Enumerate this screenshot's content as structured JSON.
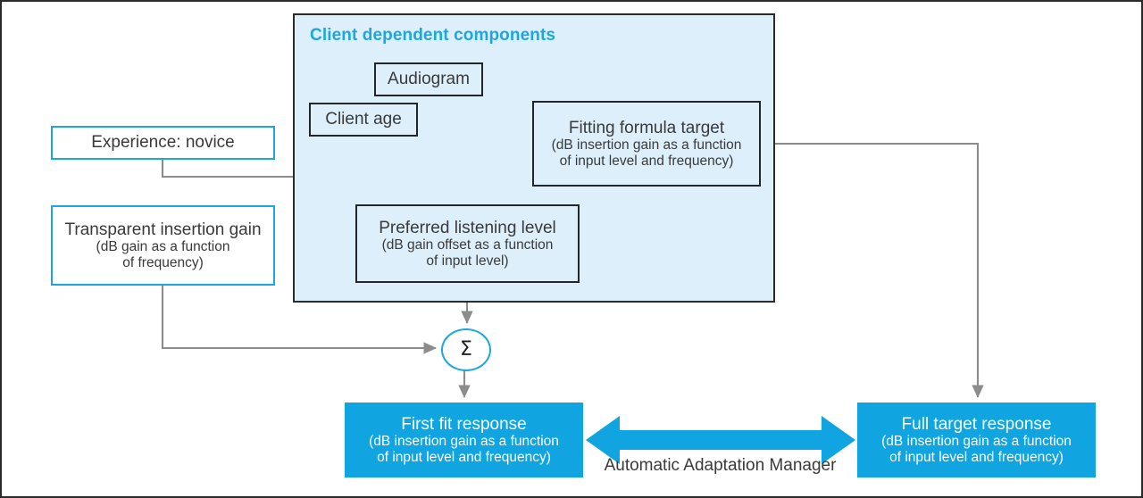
{
  "diagram": {
    "group": {
      "title": "Client dependent components"
    },
    "nodes": {
      "audiogram": {
        "title": "Audiogram"
      },
      "client_age": {
        "title": "Client age"
      },
      "fitting_formula_target": {
        "title": "Fitting formula target",
        "sub1": "(dB insertion gain as a function",
        "sub2": "of input level and frequency)"
      },
      "preferred_listening_level": {
        "title": "Preferred listening level",
        "sub1": "(dB gain offset as a function",
        "sub2": "of input level)"
      },
      "experience": {
        "title": "Experience: novice"
      },
      "transparent_insertion_gain": {
        "title": "Transparent insertion gain",
        "sub1": "(dB gain as a function",
        "sub2": "of frequency)"
      },
      "summation": {
        "symbol": "Σ"
      },
      "first_fit_response": {
        "title": "First fit response",
        "sub1": "(dB insertion gain as a function",
        "sub2": "of input level and frequency)"
      },
      "full_target_response": {
        "title": "Full target response",
        "sub1": "(dB insertion gain as a function",
        "sub2": "of input level and frequency)"
      }
    },
    "labels": {
      "automatic_adaptation_manager": "Automatic Adaptation Manager"
    },
    "colors": {
      "accent_cyan": "#1ba7e0",
      "fill_cyan": "#10a4e0",
      "group_fill": "#ddeffb",
      "box_border_dark": "#24242b",
      "connector_gray": "#8c8c8c",
      "text_dark": "#3a3a3a",
      "frame_border": "#2b2b2b"
    }
  }
}
